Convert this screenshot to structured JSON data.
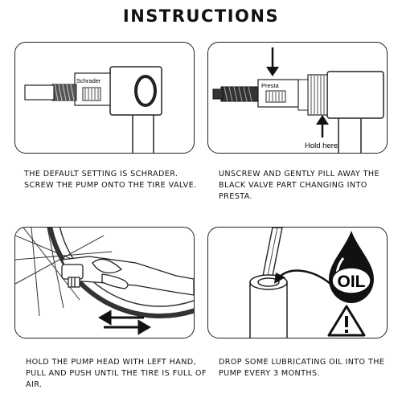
{
  "title": "INSTRUCTIONS",
  "panels": [
    {
      "label": "Schrader",
      "caption": "THE DEFAULT SETTING IS SCHRADER. SCREW THE PUMP ONTO THE TIRE VALVE."
    },
    {
      "label": "Presta",
      "callout": "Hold here",
      "caption": "UNSCREW AND GENTLY PILL AWAY THE BLACK VALVE PART CHANGING INTO PRESTA."
    },
    {
      "caption": "HOLD THE PUMP HEAD WITH LEFT HAND, PULL AND PUSH UNTIL THE TIRE IS FULL OF AIR."
    },
    {
      "oil_label": "OIL",
      "caption": "DROP SOME LUBRICATING OIL INTO THE PUMP EVERY 3 MONTHS."
    }
  ]
}
